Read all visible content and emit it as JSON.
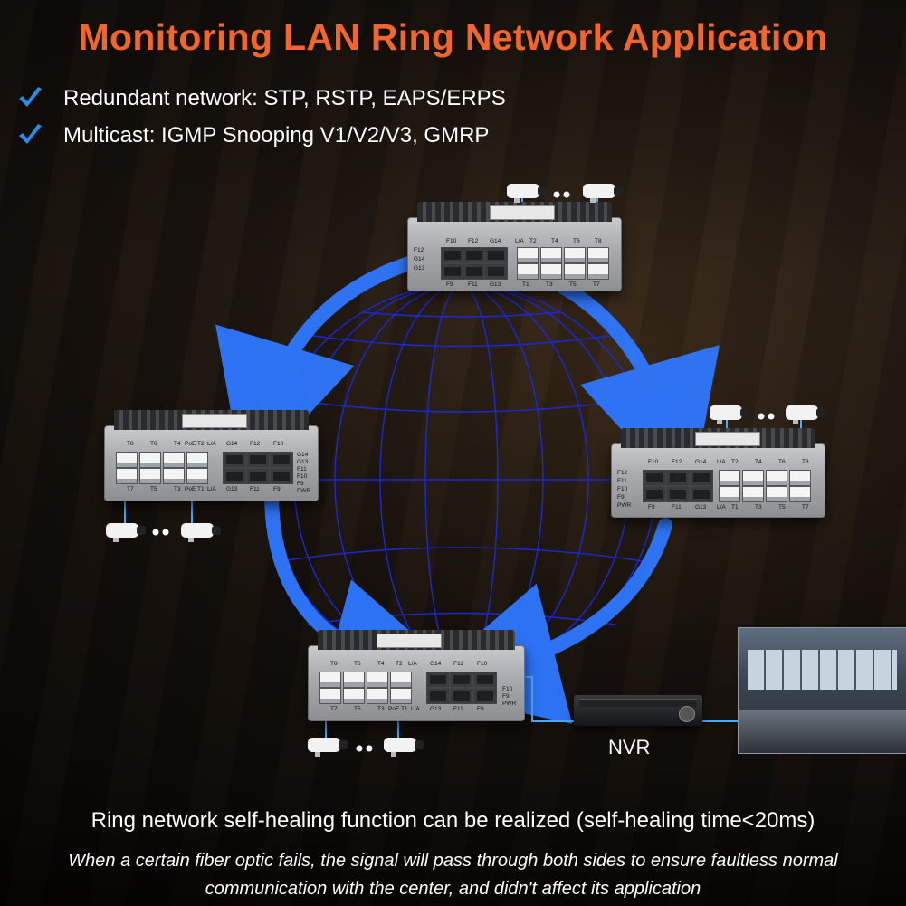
{
  "title": "Monitoring LAN Ring Network Application",
  "features": [
    {
      "text": "Redundant network: STP, RSTP, EAPS/ERPS",
      "icon": "check-icon"
    },
    {
      "text": "Multicast: IGMP Snooping V1/V2/V3, GMRP",
      "icon": "check-icon"
    }
  ],
  "colors": {
    "title": "#f2652b",
    "check": "#2a8be8",
    "ring": "#2f78ff",
    "globe": "#1a2be0",
    "link": "#4aa8ff"
  },
  "switches": {
    "top": {
      "sfp_top_labels": [
        "F10",
        "F12",
        "G14"
      ],
      "sfp_bottom_labels": [
        "F9",
        "F11",
        "G13"
      ],
      "rj45_top_labels": [
        "L/A",
        "T2",
        "T4",
        "T6",
        "T8"
      ],
      "rj45_bottom_labels": [
        "T1",
        "T3",
        "T5",
        "T7"
      ],
      "led_labels": [
        "F12",
        "G14",
        "G13"
      ]
    },
    "left": {
      "rj45_top_labels": [
        "T8",
        "T6",
        "T4",
        "PoE",
        "T2",
        "L/A"
      ],
      "rj45_bottom_labels": [
        "T7",
        "T5",
        "T3",
        "PoE",
        "T1",
        "L/A"
      ],
      "sfp_top_labels": [
        "G14",
        "F12",
        "F10"
      ],
      "sfp_bottom_labels": [
        "G13",
        "F11",
        "F9"
      ],
      "led_labels": [
        "G14",
        "G13",
        "F11",
        "F10",
        "F9",
        "PWR"
      ]
    },
    "right": {
      "sfp_top_labels": [
        "F10",
        "F12",
        "G14"
      ],
      "sfp_bottom_labels": [
        "F9",
        "F11",
        "G13"
      ],
      "rj45_top_labels": [
        "L/A",
        "T2",
        "T4",
        "T6",
        "T8"
      ],
      "rj45_bottom_labels": [
        "L/A",
        "T1",
        "T3",
        "T5",
        "T7"
      ],
      "led_labels": [
        "F12",
        "F11",
        "F10",
        "F9",
        "PWR"
      ]
    },
    "bottom": {
      "rj45_top_labels": [
        "T8",
        "T6",
        "T4",
        "T2",
        "L/A"
      ],
      "rj45_bottom_labels": [
        "T7",
        "T5",
        "T3",
        "PoE",
        "T1",
        "L/A"
      ],
      "sfp_top_labels": [
        "G14",
        "F12",
        "F10"
      ],
      "sfp_bottom_labels": [
        "G13",
        "F11",
        "F9"
      ],
      "led_labels": [
        "F10",
        "F9",
        "PWR"
      ]
    }
  },
  "nvr_label": "NVR",
  "bottom_main": "Ring network self-healing function can be realized (self-healing time<20ms)",
  "bottom_sub": "When a certain fiber optic fails, the signal will pass through both sides to ensure faultless normal communication with the center, and didn't affect its application"
}
